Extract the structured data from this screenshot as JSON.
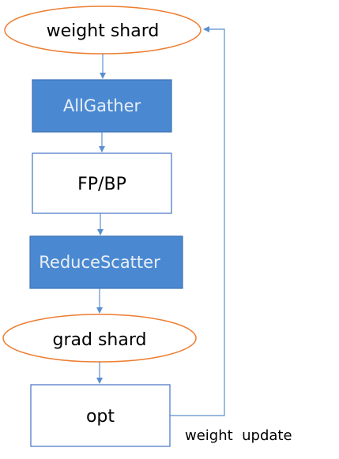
{
  "nodes": {
    "weight_shard": "weight shard",
    "allgather": "AllGather",
    "fpbp": "FP/BP",
    "reducescatter": "ReduceScatter",
    "grad_shard": "grad shard",
    "opt": "opt"
  },
  "edges": {
    "feedback_label": "weight  update"
  },
  "colors": {
    "ellipse_stroke": "#ed7d31",
    "blue_fill": "#4a89d1",
    "blue_stroke": "#3f72b5",
    "box_stroke": "#4472c4",
    "arrow": "#5b8fcf"
  }
}
